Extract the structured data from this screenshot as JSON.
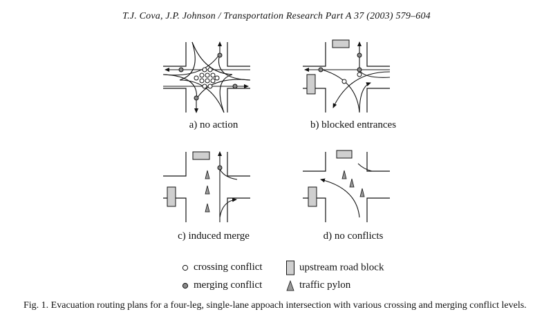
{
  "header": {
    "running_head": "T.J. Cova, J.P. Johnson / Transportation Research Part A 37 (2003) 579–604"
  },
  "figure": {
    "panels": [
      {
        "id": "a",
        "label": "a) no action"
      },
      {
        "id": "b",
        "label": "b) blocked entrances"
      },
      {
        "id": "c",
        "label": "c) induced merge"
      },
      {
        "id": "d",
        "label": "d) no conflicts"
      }
    ],
    "legend": {
      "crossing_conflict": "crossing conflict",
      "upstream_road_block": "upstream road block",
      "merging_conflict": "merging conflict",
      "traffic_pylon": "traffic pylon"
    },
    "caption": "Fig. 1. Evacuation routing plans for a four-leg, single-lane appoach intersection with various crossing and merging conflict levels."
  },
  "colors": {
    "line": "#111111",
    "block_fill": "#cfcfcf",
    "merge_dot": "#8a8a8a",
    "pylon_fill": "#9a9a9a"
  }
}
